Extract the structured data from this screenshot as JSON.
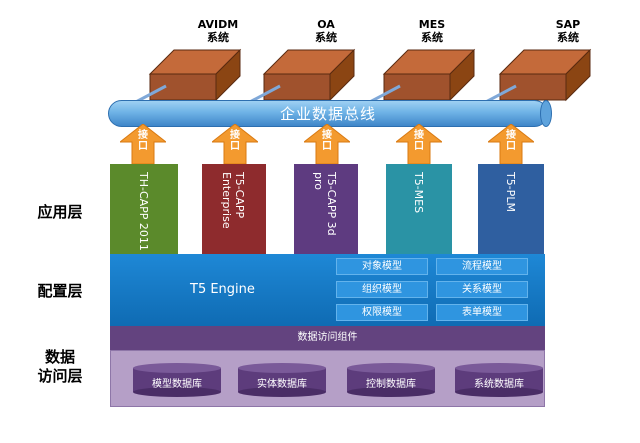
{
  "systems": [
    {
      "name": "AVIDM",
      "sub": "系统"
    },
    {
      "name": "OA",
      "sub": "系统"
    },
    {
      "name": "MES",
      "sub": "系统"
    },
    {
      "name": "SAP",
      "sub": "系统"
    }
  ],
  "bus_label": "企业数据总线",
  "interface_label": "接\n口",
  "layers": {
    "app": "应用层",
    "config": "配置层",
    "data": "数据\n访问层"
  },
  "modules": [
    {
      "label": "TH-CAPP 2011",
      "color": "#5b8a2b"
    },
    {
      "label": "T5-CAPP\nEnterprise",
      "color": "#8e2b2d"
    },
    {
      "label": "T5-CAPP 3d\npro",
      "color": "#5e3b80"
    },
    {
      "label": "T5-MES",
      "color": "#2a93a5"
    },
    {
      "label": "T5-PLM",
      "color": "#2f5fa0"
    }
  ],
  "engine_label": "T5 Engine",
  "config_items": [
    "对象模型",
    "流程模型",
    "组织模型",
    "关系模型",
    "权限模型",
    "表单模型"
  ],
  "data_access_label": "数据访问组件",
  "databases": [
    "模型数据库",
    "实体数据库",
    "控制数据库",
    "系统数据库"
  ],
  "colors": {
    "box": "#a0522d",
    "arrow": "#f39a2f",
    "bus": "#5ea3dc",
    "config": "#1877c6",
    "data_access": "#63437f",
    "db": "#5d3c7c"
  }
}
